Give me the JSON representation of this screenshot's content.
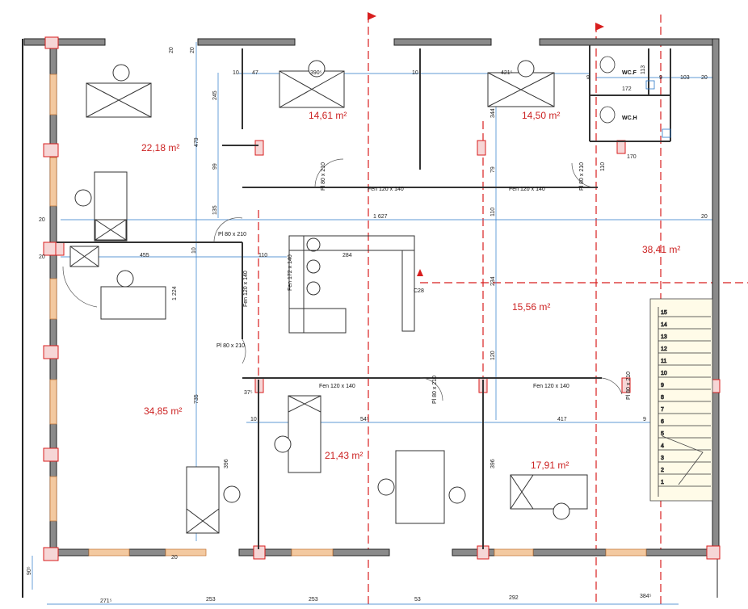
{
  "colors": {
    "wall": "#7a7a7a",
    "wall_edge": "#222",
    "dim_line": "#2a78c8",
    "axis": "#d81e1e",
    "room_text": "#cc2222",
    "window": "#d98a3a",
    "furniture": "#333",
    "yellow": "#d8c24a"
  },
  "areas": {
    "a1": "22,18 m²",
    "a2": "14,61 m²",
    "a3": "14,50 m²",
    "a4": "38,41 m²",
    "a5": "15,56 m²",
    "a6": "34,85 m²",
    "a7": "21,43 m²",
    "a8": "17,91 m²"
  },
  "openings": {
    "pl_80_210": "Pl  80 x 210",
    "fen_120_140": "Fen  120 x 140",
    "fen_120_140_short": "Fen 120 x 140",
    "fen_172_140": "Fen  172 x 140"
  },
  "wc": {
    "women": "WC.F",
    "men": "WC.H"
  },
  "marker": "C28",
  "dims": {
    "d20": "20",
    "d47": "47",
    "d10": "10",
    "d390": "390⁵",
    "d421": "421⁵",
    "d103": "103",
    "d113": "113",
    "d172": "172",
    "d170": "170",
    "d9": "9",
    "d245": "245",
    "d479": "479",
    "d99": "99",
    "d135": "135",
    "d1627": "1 627",
    "d455": "455",
    "d110": "110",
    "d284": "284",
    "d1224": "1 224",
    "d735": "735",
    "d344": "344",
    "d79": "79",
    "d234": "234",
    "d120": "120",
    "d37": "37⁵",
    "d54": "54⁵",
    "d417": "417",
    "d396": "396",
    "d396b": "396",
    "d90": "90⁵"
  },
  "bottom_dims": [
    "271⁵",
    "253",
    "253",
    "53",
    "292",
    "384⁵"
  ],
  "stair_steps": [
    "15",
    "14",
    "13",
    "12",
    "11",
    "10",
    "9",
    "8",
    "7",
    "6",
    "5",
    "4",
    "3",
    "2",
    "1"
  ]
}
